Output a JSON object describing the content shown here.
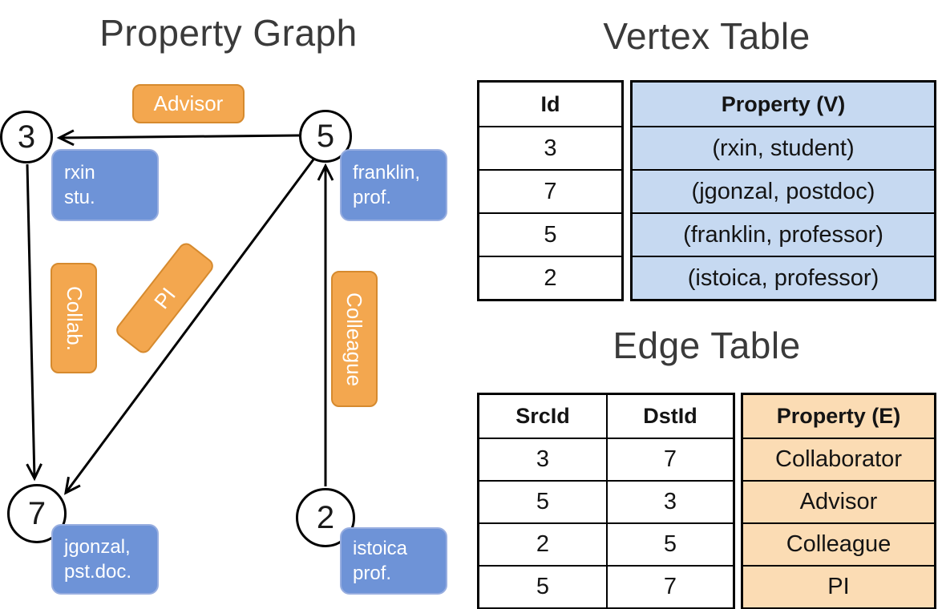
{
  "graph": {
    "title": "Property Graph",
    "nodes": [
      {
        "id": "3",
        "label_lines": [
          "rxin",
          "stu."
        ]
      },
      {
        "id": "5",
        "label_lines": [
          "franklin,",
          "prof."
        ]
      },
      {
        "id": "7",
        "label_lines": [
          "jgonzal,",
          "pst.doc."
        ]
      },
      {
        "id": "2",
        "label_lines": [
          "istoica",
          "prof."
        ]
      }
    ],
    "edges": [
      {
        "src": "5",
        "dst": "3",
        "label": "Advisor"
      },
      {
        "src": "3",
        "dst": "7",
        "label": "Collab."
      },
      {
        "src": "5",
        "dst": "7",
        "label": "PI"
      },
      {
        "src": "2",
        "dst": "5",
        "label": "Colleague"
      }
    ]
  },
  "vertex_table": {
    "title": "Vertex Table",
    "columns": [
      "Id",
      "Property (V)"
    ],
    "rows": [
      [
        "3",
        "(rxin, student)"
      ],
      [
        "7",
        "(jgonzal, postdoc)"
      ],
      [
        "5",
        "(franklin, professor)"
      ],
      [
        "2",
        "(istoica, professor)"
      ]
    ]
  },
  "edge_table": {
    "title": "Edge Table",
    "columns": [
      "SrcId",
      "DstId",
      "Property (E)"
    ],
    "rows": [
      [
        "3",
        "7",
        "Collaborator"
      ],
      [
        "5",
        "3",
        "Advisor"
      ],
      [
        "2",
        "5",
        "Colleague"
      ],
      [
        "5",
        "7",
        "PI"
      ]
    ]
  },
  "colors": {
    "edge_label_fill": "#F3A74F",
    "edge_label_border": "#D68A2E",
    "vertex_box_fill": "#6E93D7",
    "vertex_box_border": "#98AEE0",
    "vertex_table_cell": "#C6D9F1",
    "edge_table_cell": "#FBDCB4",
    "arrow": "#000000"
  }
}
